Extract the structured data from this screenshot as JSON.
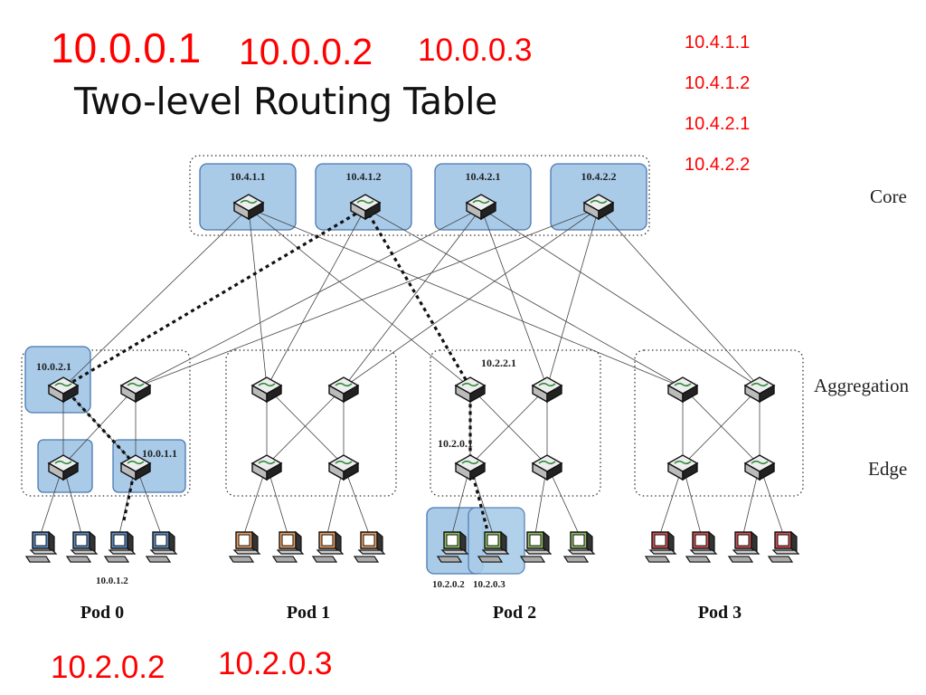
{
  "top_addresses": [
    "10.0.0.1",
    "10.0.0.2",
    "10.0.0.3"
  ],
  "title": "Two-level Routing Table",
  "core_address_list": [
    "10.4.1.1",
    "10.4.1.2",
    "10.4.2.1",
    "10.4.2.2"
  ],
  "bottom_addresses": [
    "10.2.0.2",
    "10.2.0.3"
  ],
  "layers": {
    "core": "Core",
    "aggregation": "Aggregation",
    "edge": "Edge"
  },
  "core_switch_labels": [
    "10.4.1.1",
    "10.4.1.2",
    "10.4.2.1",
    "10.4.2.2"
  ],
  "pods": [
    "Pod 0",
    "Pod 1",
    "Pod 2",
    "Pod 3"
  ],
  "switch_labels": {
    "pod0_agg": "10.0.2.1",
    "pod0_edge": "10.0.1.1",
    "pod0_host": "10.0.1.2",
    "pod2_agg": "10.2.2.1",
    "pod2_edge": "10.2.0.1",
    "pod2_host_a": "10.2.0.2",
    "pod2_host_b": "10.2.0.3"
  },
  "colors": {
    "accent": "#ff0000",
    "highlight": "#a9cbe8",
    "pod0": "#5b8fc7",
    "pod1": "#f0a060",
    "pod2": "#8fc060",
    "pod3": "#d45050"
  }
}
